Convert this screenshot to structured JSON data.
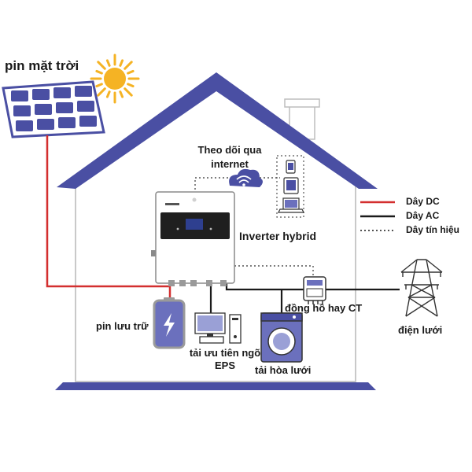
{
  "labels": {
    "solar_panel": "pin mặt trời",
    "monitoring": "Theo dõi qua internet",
    "inverter": "Inverter hybrid",
    "meter": "đồng hồ hay CT",
    "battery": "pin lưu trữ",
    "eps_load": "tải ưu tiên ngõ EPS",
    "grid_load": "tải hòa lưới",
    "utility_grid": "điện lưới"
  },
  "legend": [
    {
      "label": "Dây DC",
      "color": "#d32f2f",
      "style": "solid"
    },
    {
      "label": "Dây AC",
      "color": "#1a1a1a",
      "style": "solid"
    },
    {
      "label": "Dây tín hiệu",
      "color": "#1a1a1a",
      "style": "dotted"
    }
  ],
  "colors": {
    "roof": "#4a4fa3",
    "floor": "#4a4fa3",
    "panel_cell": "#4a4fa3",
    "battery": "#6b70bd",
    "sun": "#f5b324",
    "dc_wire": "#d32f2f",
    "ac_wire": "#1a1a1a"
  },
  "icons": {
    "sun": "sun-icon",
    "cloud": "wifi-cloud-icon",
    "phone": "phone-icon",
    "tablet": "tablet-icon",
    "laptop": "laptop-icon",
    "computer": "desktop-computer-icon",
    "washer": "washing-machine-icon",
    "tower": "power-tower-icon",
    "bolt": "lightning-bolt-icon"
  }
}
